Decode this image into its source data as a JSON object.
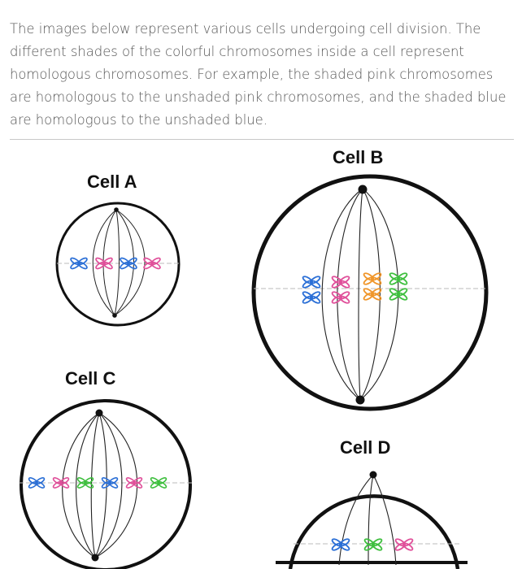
{
  "intro_text": "The images below represent various cells undergoing cell division. The different shades of the colorful chromosomes inside a cell represent homologous chromosomes. For example, the shaded pink chromosomes are homologous to the unshaded pink chromosomes, and the shaded blue are homologous to the unshaded blue.",
  "colors": {
    "blue": "#2b6fd6",
    "pink": "#e0509a",
    "orange": "#f0962a",
    "green": "#3fbf3f",
    "outline": "#111111"
  },
  "cells": [
    {
      "title": "Cell A",
      "chromosomes": [
        "blue",
        "pink",
        "blue",
        "pink"
      ],
      "arrangement": "single row at metaphase plate"
    },
    {
      "title": "Cell B",
      "chromosomes": [
        "blue",
        "pink",
        "orange",
        "green",
        "blue",
        "pink",
        "orange",
        "green"
      ],
      "arrangement": "homologous pairs stacked at metaphase plate"
    },
    {
      "title": "Cell C",
      "chromosomes": [
        "blue",
        "pink",
        "green",
        "blue",
        "pink",
        "green"
      ],
      "arrangement": "single row at metaphase plate"
    },
    {
      "title": "Cell D",
      "chromosomes": [
        "blue",
        "green",
        "pink"
      ],
      "arrangement": "single row at metaphase plate"
    }
  ]
}
